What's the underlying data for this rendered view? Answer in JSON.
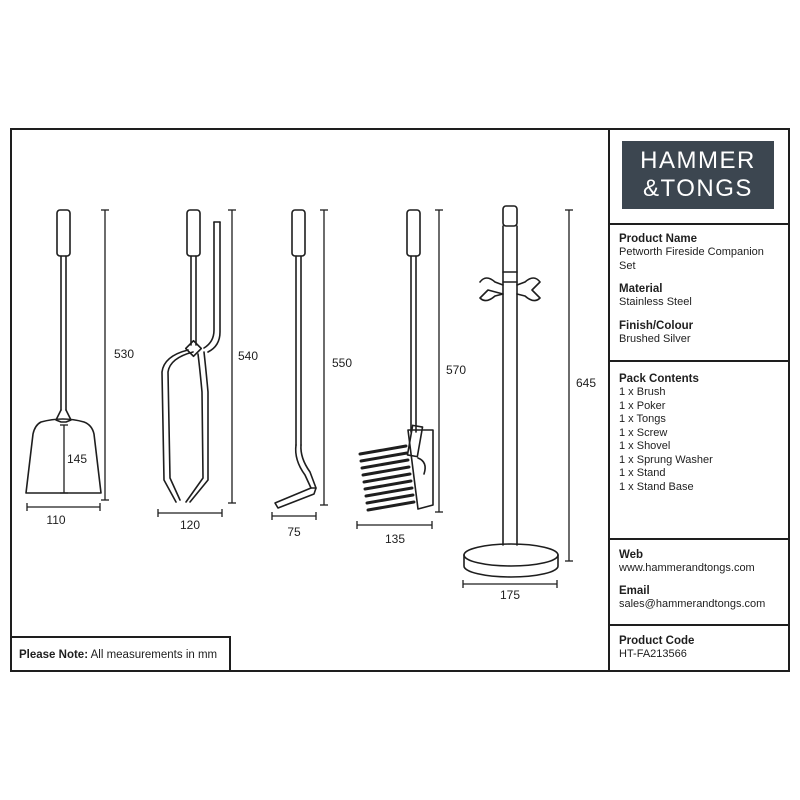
{
  "brand": {
    "line1": "HAMMER",
    "line2": "&TONGS"
  },
  "info": {
    "product_name_label": "Product Name",
    "product_name": "Petworth Fireside Companion Set",
    "material_label": "Material",
    "material": "Stainless Steel",
    "finish_label": "Finish/Colour",
    "finish": "Brushed Silver",
    "pack_label": "Pack Contents",
    "pack_items": [
      "1 x Brush",
      "1 x Poker",
      "1 x Tongs",
      "1 x Screw",
      "1 x Shovel",
      "1 x Sprung Washer",
      "1 x Stand",
      "1 x Stand Base"
    ],
    "web_label": "Web",
    "web": "www.hammerandtongs.com",
    "email_label": "Email",
    "email": "sales@hammerandtongs.com",
    "code_label": "Product Code",
    "code": "HT-FA213566"
  },
  "note": {
    "label": "Please Note:",
    "text": "All measurements in mm"
  },
  "dimensions": {
    "shovel_height": "530",
    "shovel_blade": "145",
    "shovel_width": "110",
    "tongs_height": "540",
    "tongs_width": "120",
    "poker_height": "550",
    "poker_width": "75",
    "brush_height": "570",
    "brush_width": "135",
    "stand_height": "645",
    "stand_width": "175"
  },
  "colors": {
    "ink": "#1e1e1e",
    "logo_bg": "#3c4650"
  }
}
